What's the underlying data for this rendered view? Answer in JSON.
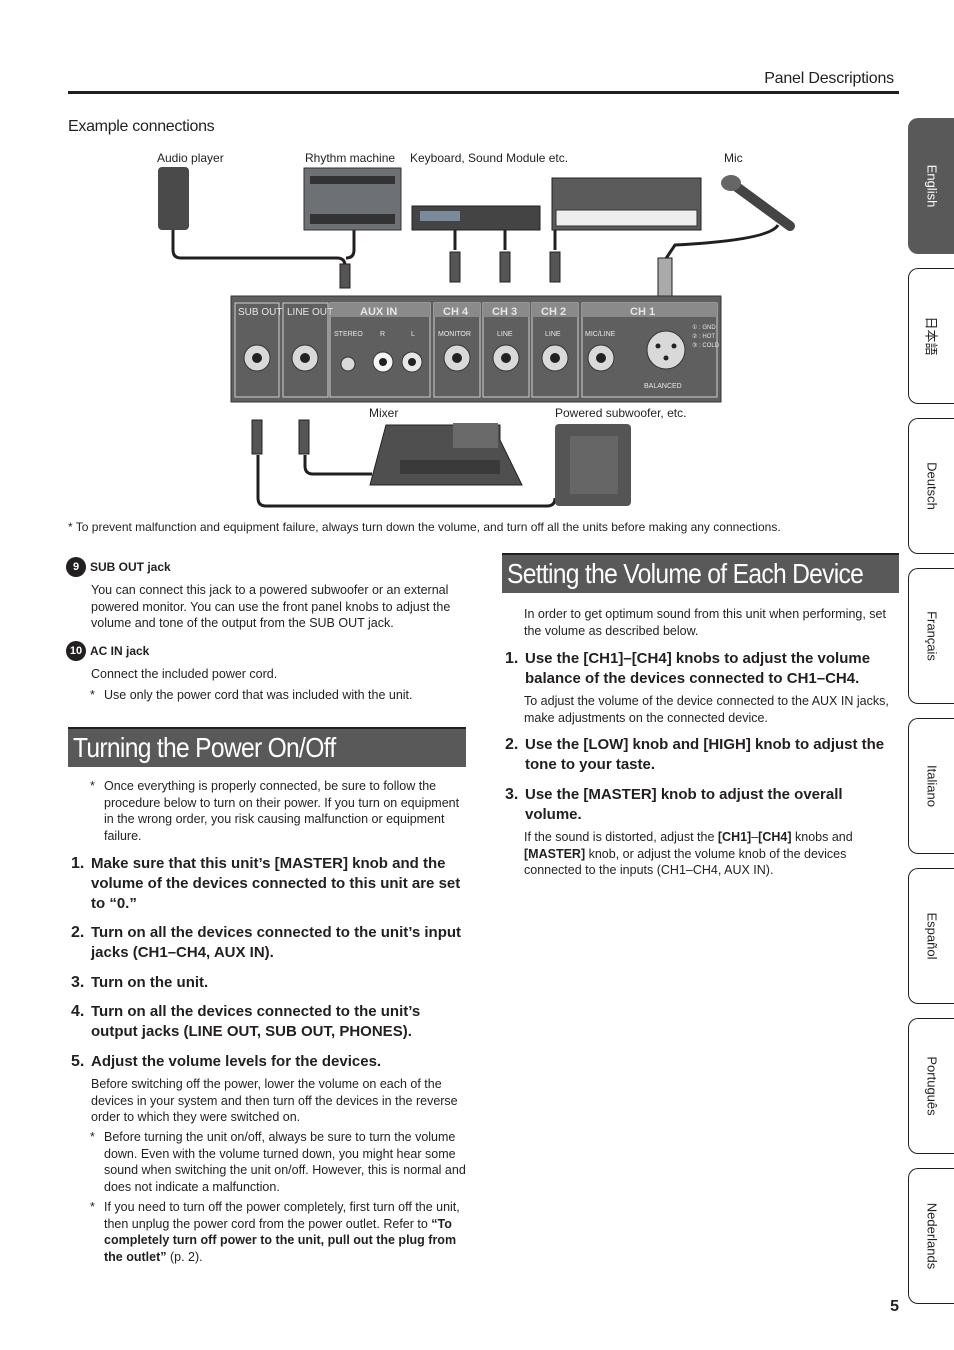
{
  "header": {
    "section_title": "Panel Descriptions"
  },
  "example": {
    "title": "Example connections",
    "labels": {
      "audio_player": "Audio player",
      "rhythm_machine": "Rhythm machine",
      "keyboard": "Keyboard, Sound Module etc.",
      "mic": "Mic",
      "mixer": "Mixer",
      "subwoofer": "Powered subwoofer, etc."
    },
    "panel": {
      "sub_out": "SUB OUT",
      "line_out": "LINE OUT",
      "aux_in": "AUX IN",
      "stereo": "STEREO",
      "r": "R",
      "l": "L",
      "ch4": "CH 4",
      "ch3": "CH 3",
      "ch2": "CH 2",
      "ch1": "CH 1",
      "monitor": "MONITOR",
      "line3": "LINE",
      "line2": "LINE",
      "mic_line": "MIC/LINE",
      "balanced": "BALANCED",
      "pin1": "① : GND",
      "pin2": "② : HOT",
      "pin3": "③ : COLD"
    },
    "footnote": "*  To prevent malfunction and equipment failure, always turn down the volume, and turn off all the units before making any connections."
  },
  "items": [
    {
      "num": "9",
      "title": "SUB OUT jack",
      "text": "You can connect this jack to a powered subwoofer or an external powered monitor. You can use the front panel knobs to adjust the volume and tone of the output from the SUB OUT jack."
    },
    {
      "num": "10",
      "title": "AC IN jack",
      "text": "Connect the included power cord.",
      "note": "Use only the power cord that was included with the unit."
    }
  ],
  "power": {
    "title": "Turning the Power On/Off",
    "intro_note": "Once everything is properly connected, be sure to follow the procedure below to turn on their power. If you turn on equipment in the wrong order, you risk causing malfunction or equipment failure.",
    "steps": [
      {
        "n": "1.",
        "text": "Make sure that this unit’s [MASTER] knob and the volume of the devices connected to this unit are set to “0.”"
      },
      {
        "n": "2.",
        "text": "Turn on all the devices connected to the unit’s input jacks (CH1–CH4, AUX IN)."
      },
      {
        "n": "3.",
        "text": "Turn on the unit."
      },
      {
        "n": "4.",
        "text": "Turn on all the devices connected to the unit’s output jacks (LINE OUT, SUB OUT, PHONES)."
      },
      {
        "n": "5.",
        "text": "Adjust the volume levels for the devices."
      }
    ],
    "step5_text": "Before switching off the power, lower the volume on each of the devices in your system and then turn off the devices in the reverse order to which they were switched on.",
    "note1": "Before turning the unit on/off, always be sure to turn the volume down. Even with the volume turned down, you might hear some sound when switching the unit on/off. However, this is normal and does not indicate a malfunction.",
    "note2_pre": "If you need to turn off the power completely, first turn off the unit, then unplug the power cord from the power outlet. Refer to ",
    "note2_bold": "“To completely turn off power to the unit, pull out the plug from the outlet”",
    "note2_post": " (p. 2)."
  },
  "volume": {
    "title": "Setting the Volume of Each Device",
    "intro": "In order to get optimum sound from this unit when performing, set the volume as described below.",
    "steps": [
      {
        "n": "1.",
        "text": "Use the [CH1]–[CH4] knobs to adjust the volume balance of the devices connected to CH1–CH4.",
        "sub": "To adjust the volume of the device connected to the AUX IN jacks, make adjustments on the connected device."
      },
      {
        "n": "2.",
        "text": "Use the [LOW] knob and [HIGH] knob to adjust the tone to your taste."
      },
      {
        "n": "3.",
        "text": "Use the [MASTER] knob to adjust the overall volume.",
        "sub_pre": "If the sound is distorted, adjust the ",
        "sub_b1": "[CH1]",
        "sub_dash": "–",
        "sub_b2": "[CH4]",
        "sub_mid": " knobs and ",
        "sub_b3": "[MASTER]",
        "sub_post": " knob, or adjust the volume knob of the devices connected to the inputs (CH1–CH4, AUX IN)."
      }
    ]
  },
  "tabs": [
    {
      "label": "English",
      "active": true
    },
    {
      "label": "日本語"
    },
    {
      "label": "Deutsch"
    },
    {
      "label": "Français"
    },
    {
      "label": "Italiano"
    },
    {
      "label": "Español"
    },
    {
      "label": "Português"
    },
    {
      "label": "Nederlands"
    }
  ],
  "page_number": "5",
  "colors": {
    "section_bar": "#595959",
    "text": "#231f20",
    "panel": "#5f5f5f"
  }
}
